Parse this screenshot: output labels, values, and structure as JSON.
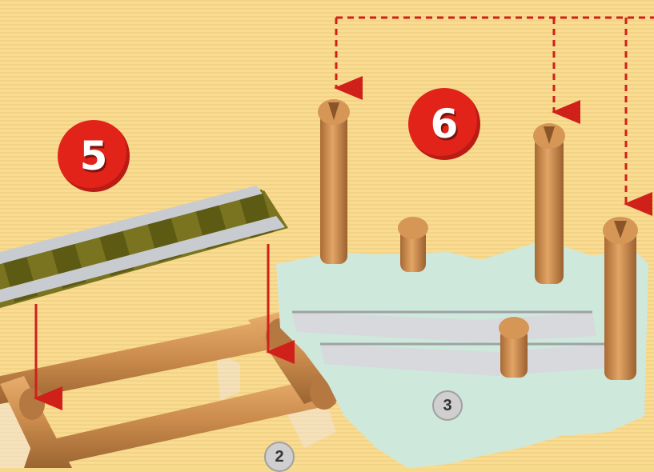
{
  "steps": [
    {
      "number": "5",
      "color": "#e2231a"
    },
    {
      "number": "6",
      "color": "#e2231a"
    }
  ],
  "parts": [
    {
      "number": "2"
    },
    {
      "number": "3"
    }
  ],
  "colors": {
    "background": "#f7d98c",
    "wood": "#c98a4b",
    "rail_green": "#6b6a1c",
    "rail_silver": "#c8ccd0",
    "baseplate": "#cfe8dc",
    "arrow": "#d0201a"
  }
}
